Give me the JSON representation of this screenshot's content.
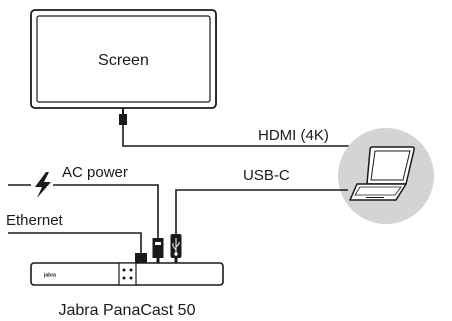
{
  "labels": {
    "screen": "Screen",
    "hdmi": "HDMI (4K)",
    "ac_power": "AC power",
    "usb_c": "USB-C",
    "ethernet": "Ethernet",
    "device": "Jabra PanaCast 50"
  },
  "device_logo": "jabra",
  "icons": {
    "power": "lightning-bolt-icon",
    "laptop": "laptop-icon",
    "usb": "usb-trident-icon"
  },
  "colors": {
    "line": "#1a1a1a",
    "laptop_circle": "#d4d4d4",
    "device_body": "#ffffff"
  }
}
